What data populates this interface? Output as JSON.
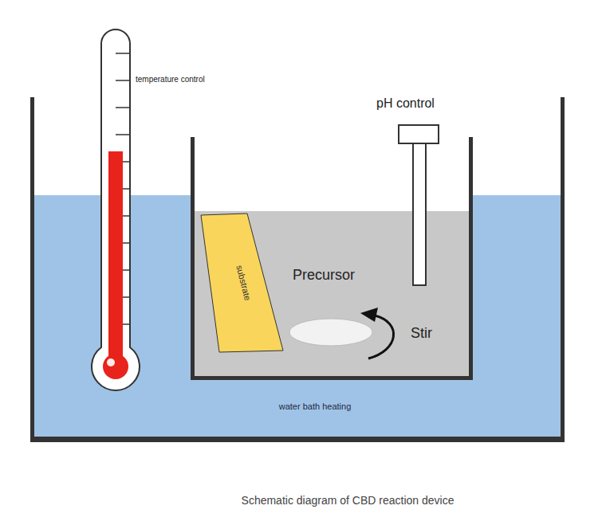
{
  "diagram": {
    "caption": "Schematic diagram of CBD reaction device",
    "nodes": [
      {
        "text": [
          "substrate"
        ]
      }
    ],
    "labels": [
      "temperature control",
      "pH control",
      "Precursor",
      "Stir",
      "water bath heating"
    ]
  }
}
